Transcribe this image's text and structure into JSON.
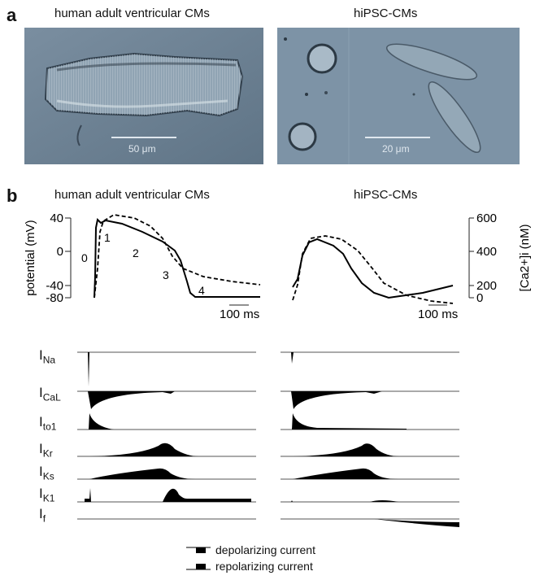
{
  "panel_a": {
    "letter": "a",
    "left": {
      "title": "human adult ventricular CMs",
      "scale_label": "50 μm"
    },
    "right": {
      "title": "hiPSC-CMs",
      "scale_label": "20 μm"
    }
  },
  "panel_b": {
    "letter": "b",
    "left_title": "human adult ventricular CMs",
    "right_title": "hiPSC-CMs",
    "y_left_label": "potential (mV)",
    "y_left_ticks": [
      "40",
      "0",
      "-40",
      "-80"
    ],
    "y_right_label": "[Ca2+]i (nM)",
    "y_right_ticks": [
      "600",
      "400",
      "200",
      "0"
    ],
    "phase_labels": [
      "0",
      "1",
      "2",
      "3",
      "4"
    ],
    "time_scale": "100 ms",
    "currents": [
      {
        "main": "I",
        "sub": "Na"
      },
      {
        "main": "I",
        "sub": "CaL"
      },
      {
        "main": "I",
        "sub": "to1"
      },
      {
        "main": "I",
        "sub": "Kr"
      },
      {
        "main": "I",
        "sub": "Ks"
      },
      {
        "main": "I",
        "sub": "K1"
      },
      {
        "main": "I",
        "sub": "f"
      }
    ],
    "legend": {
      "depolarizing": "depolarizing current",
      "repolarizing": "repolarizing current"
    }
  },
  "chart_data": [
    {
      "type": "line",
      "title": "human adult ventricular CMs",
      "xlabel": "time (scale bar 100 ms)",
      "ylabel": "potential (mV)",
      "ylim": [
        -80,
        40
      ],
      "series": [
        {
          "name": "action potential (solid)",
          "x_ms": [
            0,
            5,
            15,
            60,
            150,
            250,
            330,
            360,
            400,
            650
          ],
          "values": [
            -80,
            28,
            25,
            20,
            5,
            -15,
            -50,
            -78,
            -80,
            -80
          ]
        },
        {
          "name": "[Ca2+]i (dashed, nM)",
          "x_ms": [
            0,
            10,
            30,
            80,
            200,
            300,
            380,
            500,
            650
          ],
          "values": [
            80,
            400,
            580,
            590,
            500,
            320,
            200,
            130,
            100
          ]
        }
      ],
      "annotations": [
        "0",
        "1",
        "2",
        "3",
        "4"
      ]
    },
    {
      "type": "line",
      "title": "hiPSC-CMs",
      "ylabel_right": "[Ca2+]i (nM)",
      "ylim_right": [
        0,
        600
      ],
      "series": [
        {
          "name": "action potential (solid)",
          "x_ms": [
            0,
            40,
            80,
            200,
            300,
            400,
            550
          ],
          "values": [
            160,
            440,
            480,
            400,
            150,
            100,
            170
          ]
        },
        {
          "name": "[Ca2+]i (dashed, nM)",
          "x_ms": [
            0,
            40,
            100,
            200,
            300,
            450,
            550
          ],
          "values": [
            70,
            480,
            540,
            500,
            330,
            120,
            80
          ]
        }
      ]
    }
  ]
}
